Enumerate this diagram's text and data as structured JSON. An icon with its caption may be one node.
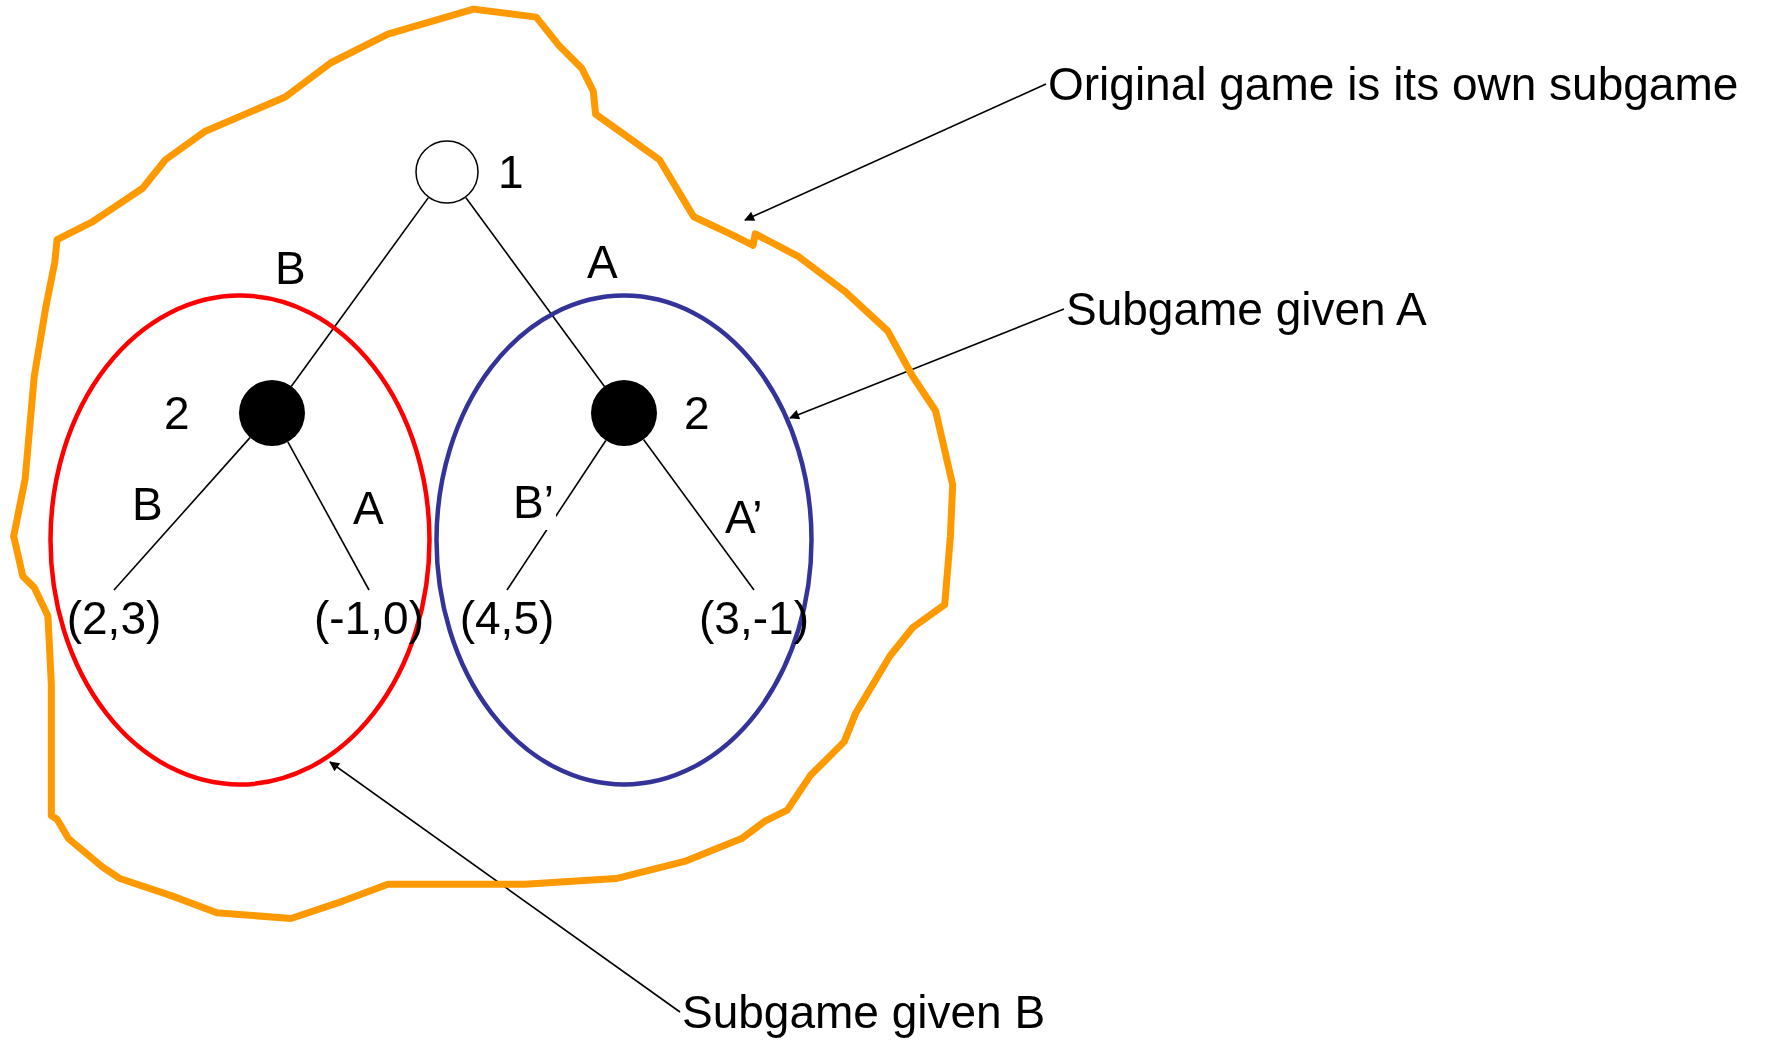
{
  "diagram": {
    "nodes": [
      {
        "text": [],
        "shape": "blob"
      },
      {
        "text": [],
        "shape": "ellipse",
        "in": 0
      },
      {
        "text": [],
        "shape": "ellipse",
        "in": 0
      },
      {
        "text": [],
        "shape": "circle",
        "in": 0,
        "beside": [
          "1"
        ]
      },
      {
        "text": [],
        "shape": "dot",
        "in": 1,
        "beside": [
          "2"
        ]
      },
      {
        "text": [],
        "shape": "dot",
        "in": 2,
        "beside": [
          "2"
        ]
      },
      {
        "text": [
          "(2,3)"
        ],
        "in": 1
      },
      {
        "text": [
          "(-1,0)"
        ],
        "in": 1
      },
      {
        "text": [
          "(4,5)"
        ],
        "in": 2
      },
      {
        "text": [
          "(3,-1)"
        ],
        "in": 2
      },
      {
        "text": [
          "Original game is its own subgame"
        ]
      },
      {
        "text": [
          "Subgame given A"
        ]
      },
      {
        "text": [
          "Subgame given B"
        ]
      }
    ],
    "edges": [
      {
        "from": 3,
        "to": 4,
        "arrow": "none",
        "label": "B"
      },
      {
        "from": 3,
        "to": 5,
        "arrow": "none",
        "label": "A"
      },
      {
        "from": 4,
        "to": 6,
        "arrow": "none",
        "label": "B"
      },
      {
        "from": 4,
        "to": 7,
        "arrow": "none",
        "label": "A"
      },
      {
        "from": 5,
        "to": 8,
        "arrow": "none",
        "label": "B’"
      },
      {
        "from": 5,
        "to": 9,
        "arrow": "none",
        "label": "A’"
      },
      {
        "from": 10,
        "to": 0,
        "arrow": "to"
      },
      {
        "from": 11,
        "to": 2,
        "arrow": "to"
      },
      {
        "from": 12,
        "to": 1,
        "arrow": "to"
      }
    ]
  }
}
